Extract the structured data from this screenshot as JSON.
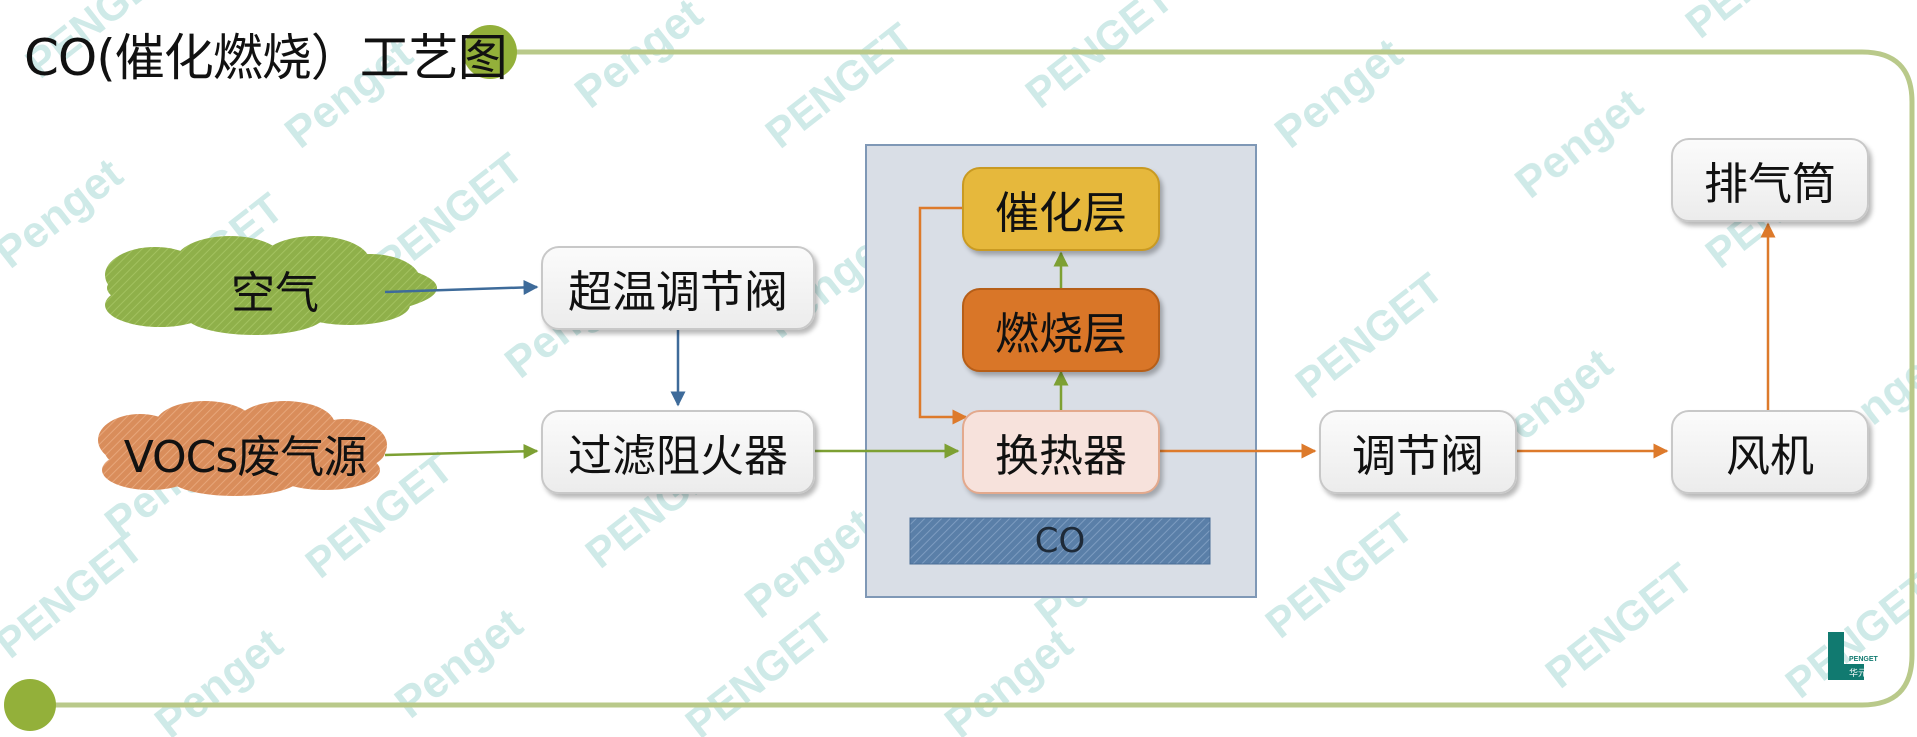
{
  "title": "CO(催化燃烧）工艺图",
  "colors": {
    "frame": "#b9c98a",
    "frame_dot": "#93b03a",
    "blue_arrow": "#3e6b9a",
    "green_arrow": "#7da033",
    "orange_arrow": "#dd7a2b",
    "co_panel_bg": "#d9dee6",
    "co_panel_border": "#7f98b6",
    "catalyst_fill": "#e6b83c",
    "combustion_fill": "#d97628",
    "exchanger_fill": "#f7e2dc",
    "co_bar_fill": "#5a7fa8",
    "air_cloud": "#8fb04a",
    "vocs_cloud": "#d98d5b",
    "watermark": "#bfe3e0"
  },
  "nodes": {
    "air": "空气",
    "vocs": "VOCs废气源",
    "overtemp_valve": "超温调节阀",
    "filter": "过滤阻火器",
    "catalyst_layer": "催化层",
    "combustion_layer": "燃烧层",
    "heat_exchanger": "换热器",
    "co_label": "CO",
    "reg_valve": "调节阀",
    "fan": "风机",
    "stack": "排气筒"
  },
  "watermark": {
    "logo": "PENGET",
    "word": "Penget"
  },
  "logo": {
    "text_en": "PENGET",
    "text_cn": "华元"
  }
}
